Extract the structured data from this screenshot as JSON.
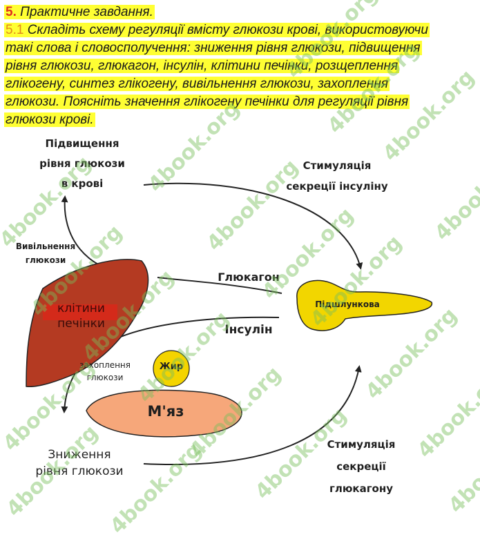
{
  "task": {
    "line1_num": "5.",
    "line1_text": " Практичне завдання.",
    "line2_num": "5.1",
    "line2_text": " Складіть схему регуляції вмісту глюкози крові, використовуючи",
    "line3": "такі слова і словосполучення: зниження рівня глюкози, підвищення",
    "line4": "рівня глюкози, глюкагон, інсулін, клітини печінки, розщеплення",
    "line5": "глікогену, синтез глікогену, вивільнення глюкози, захоплення",
    "line6": "глюкози. Поясніть значення глікогену печінки для регуляції рівня",
    "line7": "глюкози крові."
  },
  "diagram": {
    "increase_line1": "Підвищення",
    "increase_line2": "рівня глюкози",
    "increase_line3": "в крові",
    "stim_insulin_line1": "Стимуляція",
    "stim_insulin_line2": "секреції інсуліну",
    "release_line1": "Вивільнення",
    "release_line2": "глюкози",
    "glucagon": "Глюкагон",
    "liver_line1": "клітини",
    "liver_line2": "печінки",
    "pancreas": "Підшлункова",
    "insulin": "Інсулін",
    "uptake_line1": "захоплення",
    "uptake_line2": "глюкози",
    "fat": "Жир",
    "muscle": "М'яз",
    "decrease_line1": "Зниження",
    "decrease_line2": "рівня глюкози",
    "stim_glucagon_line1": "Стимуляція",
    "stim_glucagon_line2": "секреції",
    "stim_glucagon_line3": "глюкагону"
  },
  "colors": {
    "liver": "#b43a22",
    "liver_label_bg": "#d42a1a",
    "pancreas": "#f2d600",
    "fat": "#f4d400",
    "muscle": "#f6a77a",
    "highlight": "#ffff33"
  },
  "watermark": "4book.org"
}
